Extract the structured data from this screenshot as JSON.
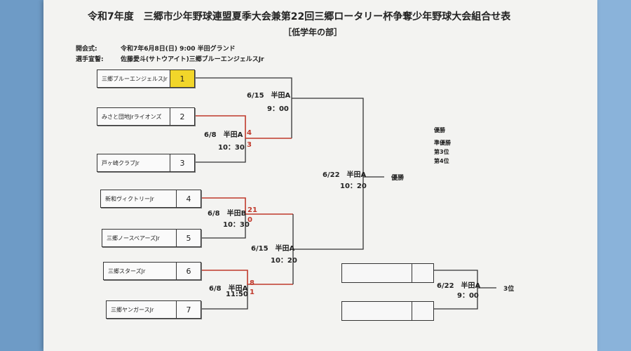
{
  "header": {
    "title": "令和7年度　三郷市少年野球連盟夏季大会兼第22回三郷ロータリー杯争奪少年野球大会組合せ表",
    "division": "［低学年の部］",
    "ceremony_label": "開会式:",
    "ceremony_value": "令和7年6月8日(日) 9:00 半田グランド",
    "oath_label": "選手宣誓:",
    "oath_value": "佐藤愛斗(サトウアイト)三郷ブルーエンジェルスJr"
  },
  "teams": [
    {
      "name": "三郷ブルーエンジェルスJr",
      "seed": "1"
    },
    {
      "name": "みさと団地Jrライオンズ",
      "seed": "2"
    },
    {
      "name": "戸ヶ崎クラブJr",
      "seed": "3"
    },
    {
      "name": "新和ヴィクトリーJr",
      "seed": "4"
    },
    {
      "name": "三郷ノースベアーズJr",
      "seed": "5"
    },
    {
      "name": "三郷スターズJr",
      "seed": "6"
    },
    {
      "name": "三郷ヤンガースJr",
      "seed": "7"
    }
  ],
  "matches": {
    "m1": {
      "date": "6/8　半田A",
      "time": "10：30",
      "score_top": "4",
      "score_bottom": "3"
    },
    "m2": {
      "date": "6/8　半田B",
      "time": "10：30",
      "score_top": "21",
      "score_bottom": "0"
    },
    "m3": {
      "date": "6/8　半田A",
      "time": "11:50",
      "score_top": "8",
      "score_bottom": "1"
    },
    "sf1": {
      "date": "6/15　半田A",
      "time": "9：00"
    },
    "sf2": {
      "date": "6/15　半田A",
      "time": "10：20"
    },
    "final": {
      "date": "6/22　半田A",
      "time": "10：20",
      "result": "優勝"
    },
    "third": {
      "date": "6/22　半田A",
      "time": "9：00",
      "result": "3位"
    }
  },
  "legend": {
    "champion": "優勝",
    "runner_up": "準優勝",
    "third": "第3位",
    "fourth": "第4位"
  },
  "colors": {
    "winner_line": "#c0392b",
    "line": "#333333",
    "highlight": "#f2d62a",
    "paper": "#f3f3f1",
    "background": "#7aa6cf"
  }
}
